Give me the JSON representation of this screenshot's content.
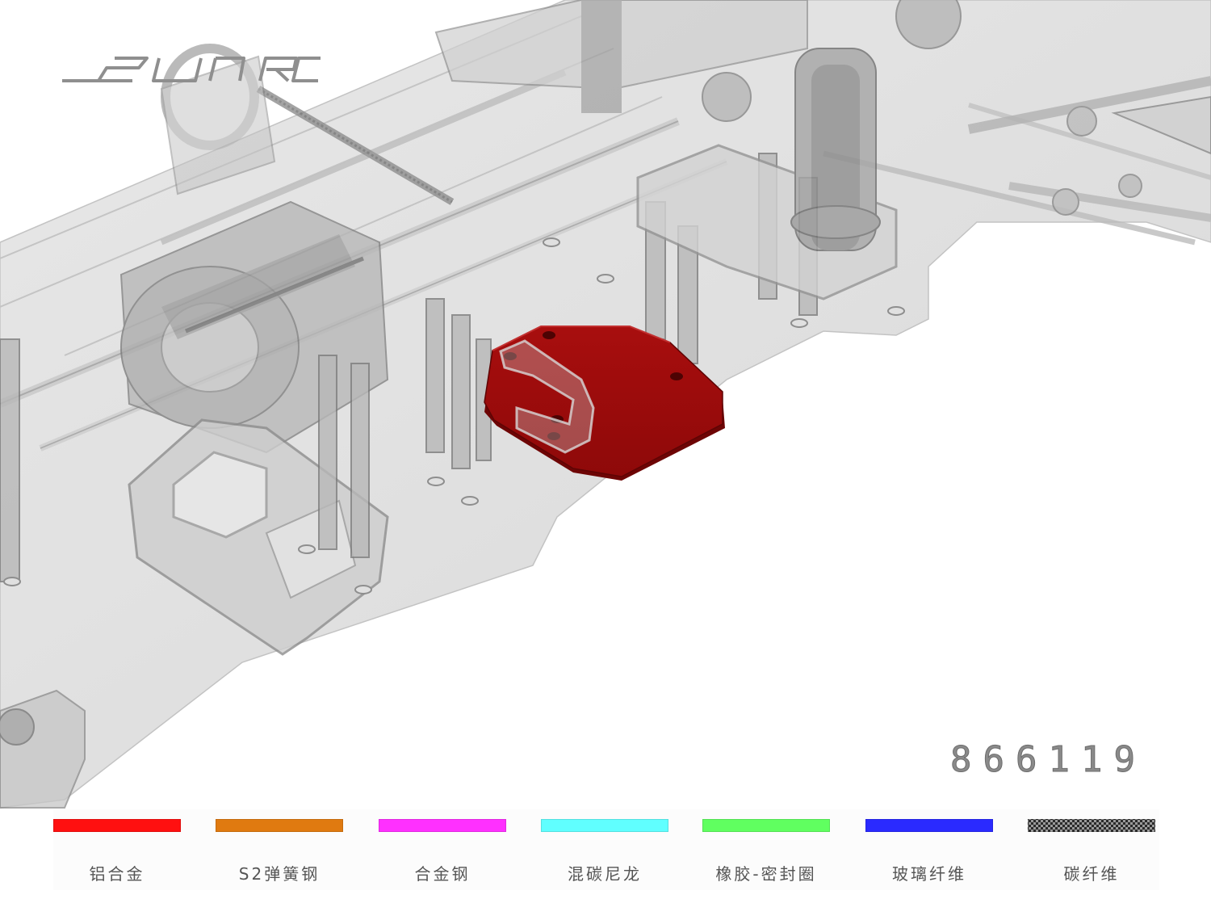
{
  "brand": {
    "logo_text": "SUHRC",
    "logo_color": "#8f8f8f"
  },
  "part_number": "866119",
  "highlight_part": {
    "name": "aluminum plate",
    "color": "#a00c0c"
  },
  "legend": {
    "items": [
      {
        "label": "铝合金",
        "color": "#ff1010"
      },
      {
        "label": "S2弹簧钢",
        "color": "#e07a10"
      },
      {
        "label": "合金钢",
        "color": "#ff30ff"
      },
      {
        "label": "混碳尼龙",
        "color": "#60ffff"
      },
      {
        "label": "橡胶-密封圈",
        "color": "#60ff60"
      },
      {
        "label": "玻璃纤维",
        "color": "#2a2aff"
      },
      {
        "label": "碳纤维",
        "color": "checker"
      }
    ]
  }
}
